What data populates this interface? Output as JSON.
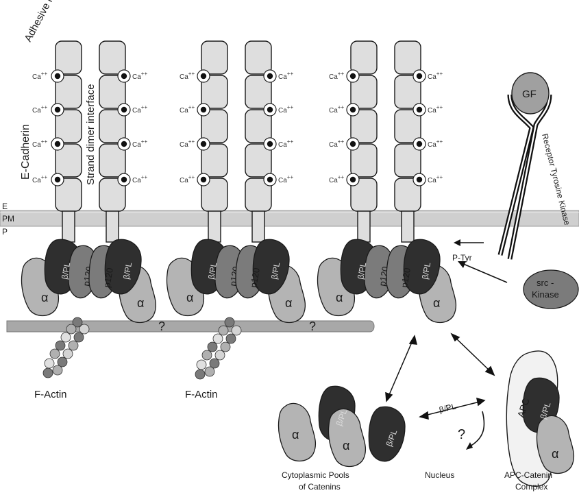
{
  "labels": {
    "adhesive_interface": "Adhesive interface",
    "e_cadherin": "E-Cadherin",
    "strand_dimer_interface": "Strand dimer interface",
    "calcium": "Ca",
    "calcium_charge": "++",
    "extracellular": "E",
    "plasma_membrane": "PM",
    "cytoplasmic": "P",
    "beta_pl": "β/PL",
    "p120": "p120",
    "alpha": "α",
    "question": "?",
    "f_actin": "F-Actin",
    "gf": "GF",
    "receptor_tyrosine_kinase": "Receptor Tyrosine Kinase",
    "p_tyr": "P-Tyr",
    "src_kinase_line1": "src -",
    "src_kinase_line2": "Kinase",
    "apc": "APC",
    "cytoplasmic_pools_line1": "Cytoplasmic Pools",
    "cytoplasmic_pools_line2": "of Catenins",
    "nucleus": "Nucleus",
    "apc_complex_line1": "APC-Catenin",
    "apc_complex_line2": "Complex"
  },
  "colors": {
    "ectodomain": "#dedede",
    "membrane": "#cfcfcf",
    "beta_catenin": "#2f2f2f",
    "p120": "#7b7b7b",
    "alpha_catenin": "#b4b4b4",
    "actin_filament": "#a8a8a8",
    "outline": "#1a1a1a"
  }
}
